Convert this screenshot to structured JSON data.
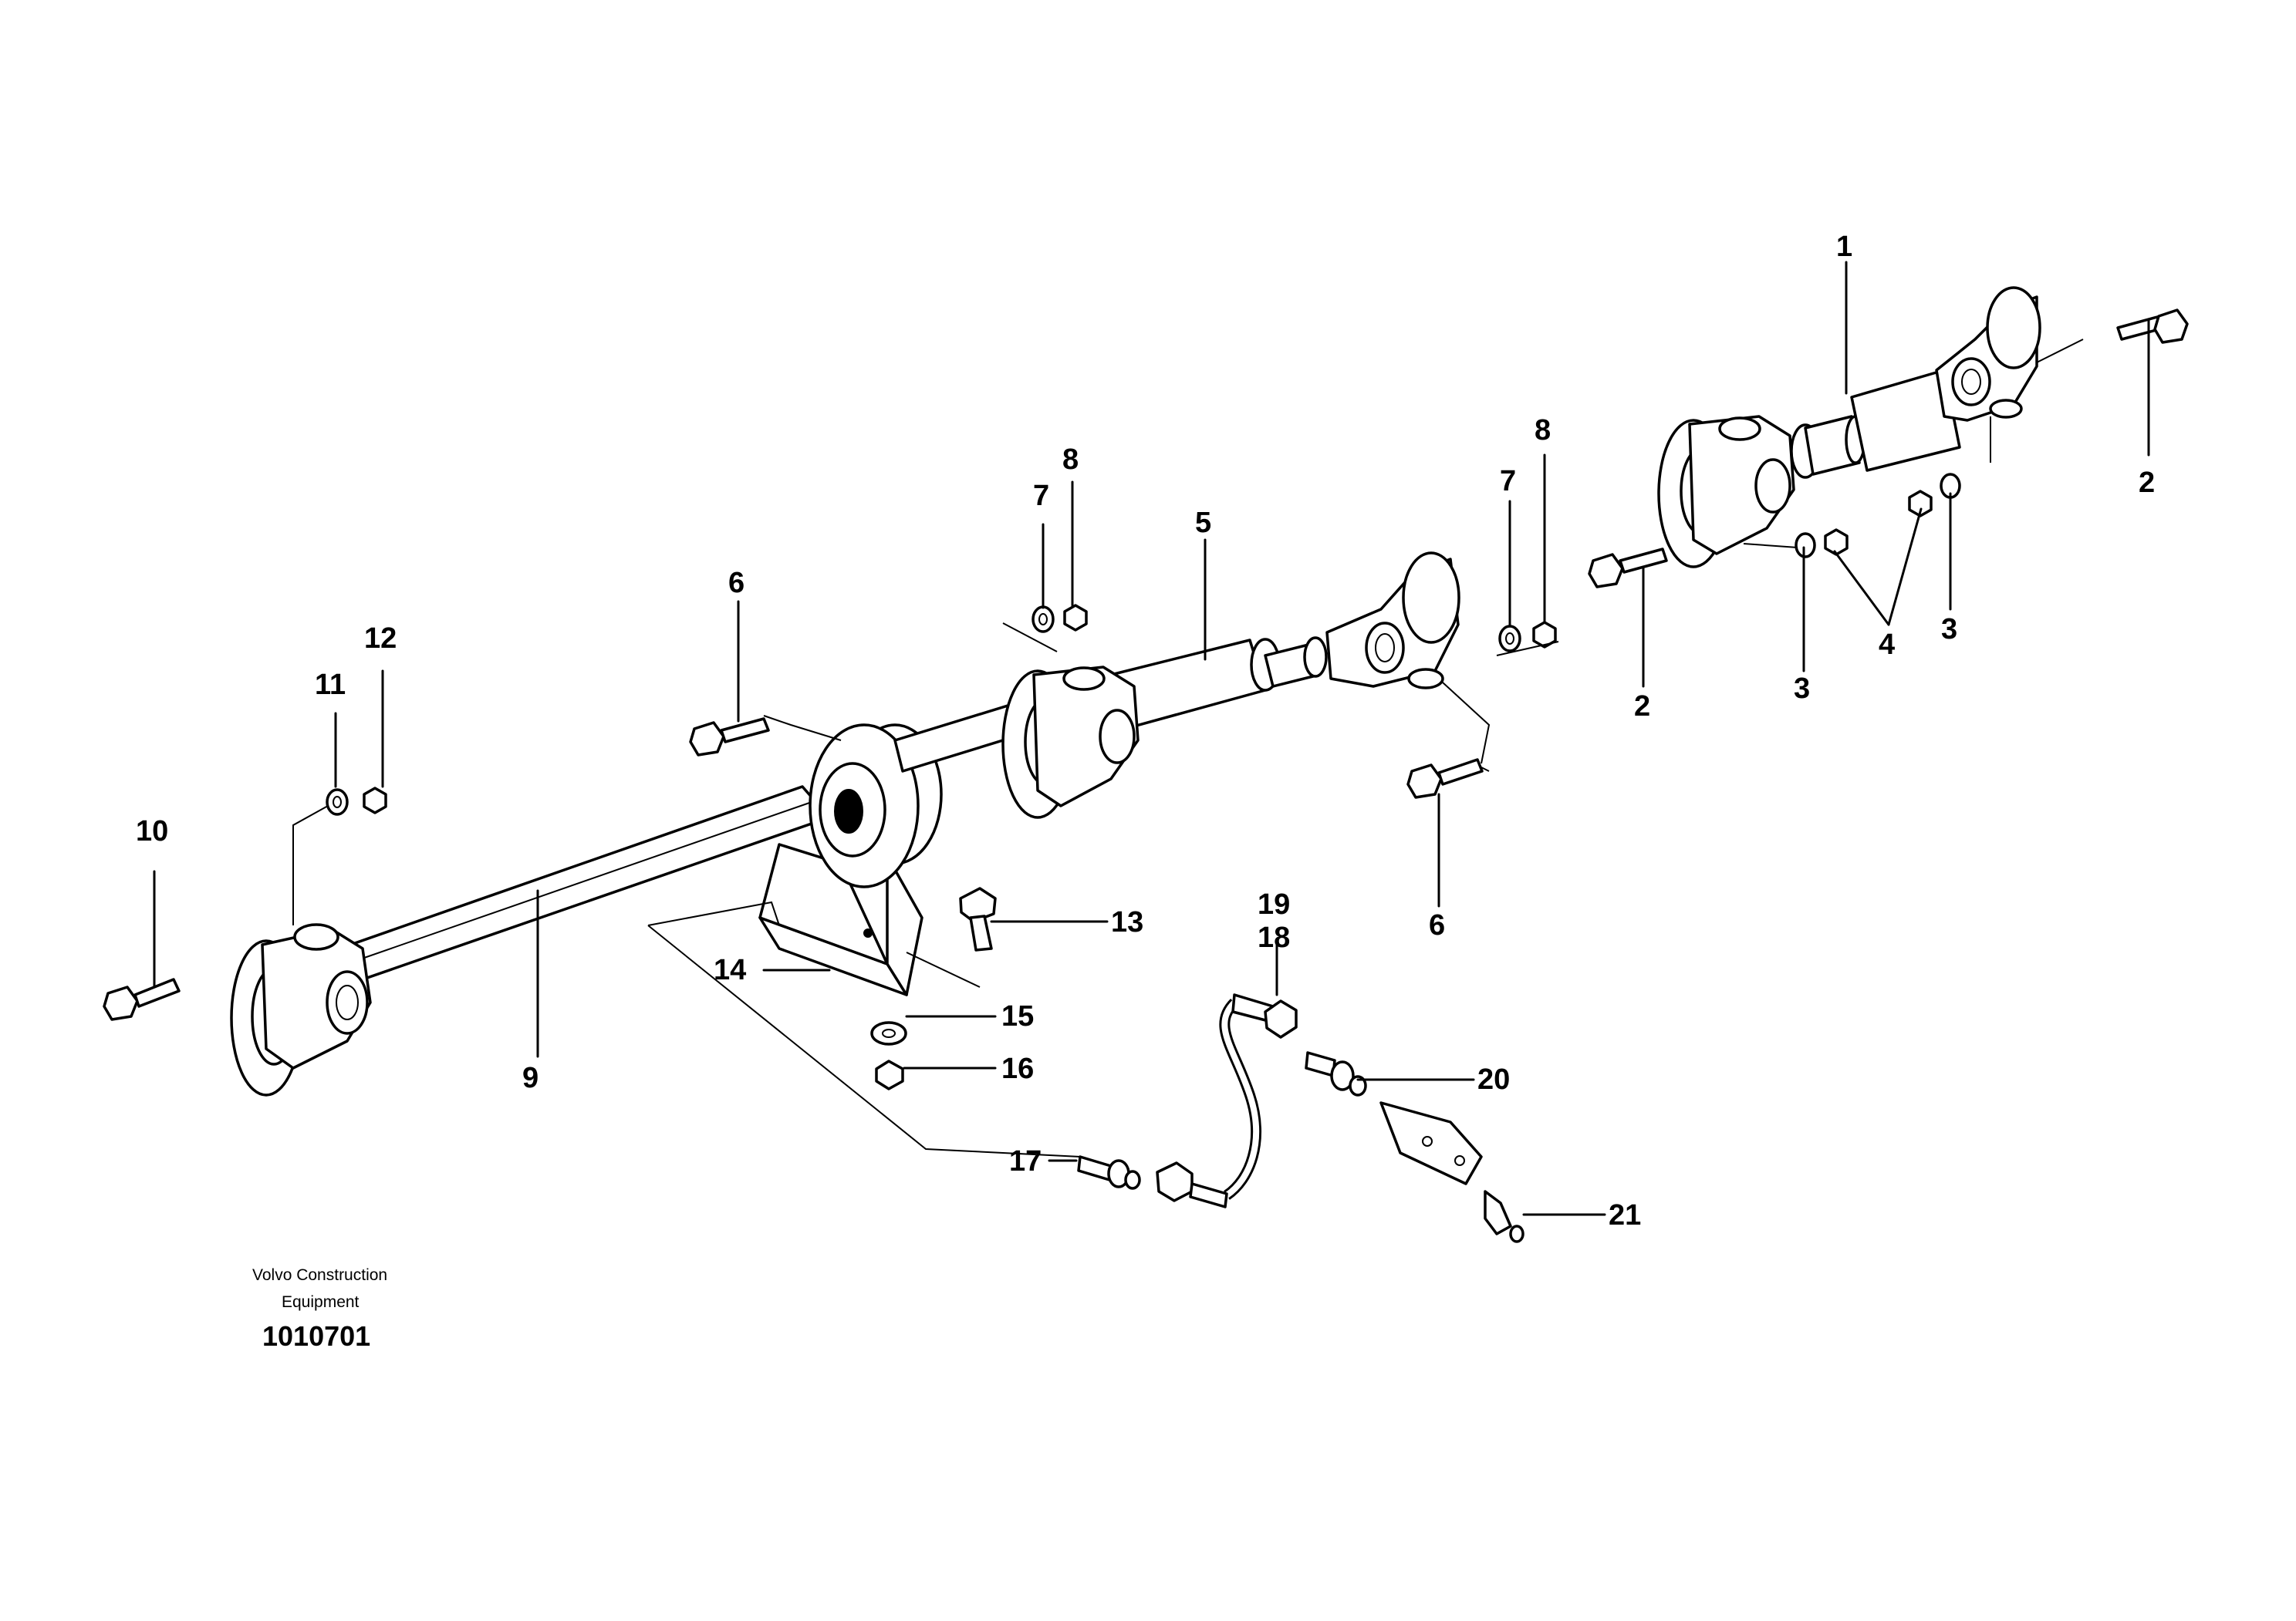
{
  "callouts": {
    "c1": "1",
    "c2a": "2",
    "c2b": "2",
    "c3a": "3",
    "c3b": "3",
    "c4": "4",
    "c5": "5",
    "c6a": "6",
    "c6b": "6",
    "c7a": "7",
    "c7b": "7",
    "c8a": "8",
    "c8b": "8",
    "c9": "9",
    "c10": "10",
    "c11": "11",
    "c12": "12",
    "c13": "13",
    "c14": "14",
    "c15": "15",
    "c16": "16",
    "c17": "17",
    "c18": "18",
    "c19": "19",
    "c20": "20",
    "c21": "21"
  },
  "caption": {
    "line1": "Volvo Construction",
    "line2": "Equipment",
    "number": "1010701"
  }
}
